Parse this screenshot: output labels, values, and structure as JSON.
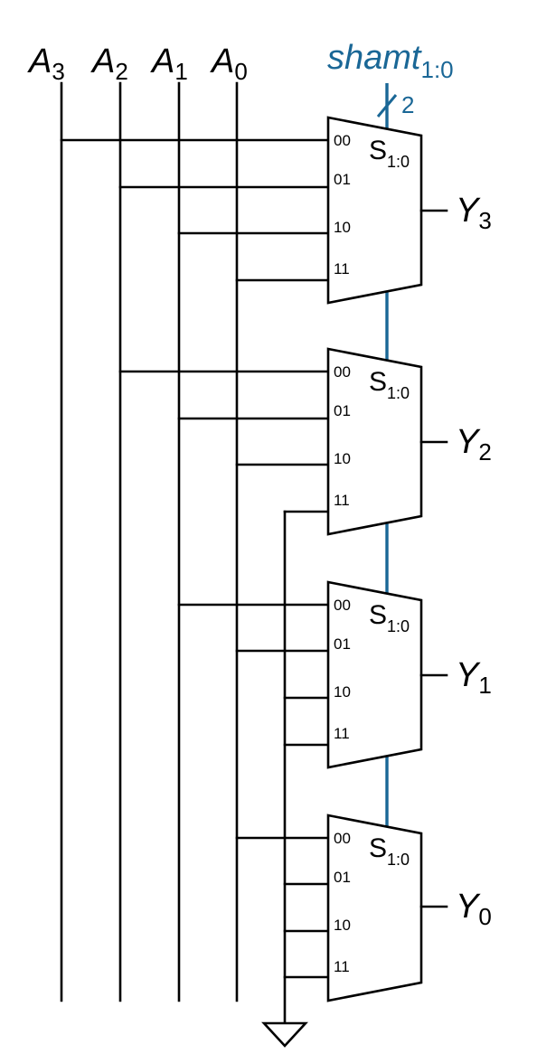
{
  "inputs": [
    {
      "letter": "A",
      "sub": "3"
    },
    {
      "letter": "A",
      "sub": "2"
    },
    {
      "letter": "A",
      "sub": "1"
    },
    {
      "letter": "A",
      "sub": "0"
    }
  ],
  "shamt": {
    "name": "shamt",
    "sub": "1:0",
    "width": "2"
  },
  "select_label": {
    "main": "S",
    "sub": "1:0"
  },
  "mux_input_labels": [
    "00",
    "01",
    "10",
    "11"
  ],
  "outputs": [
    {
      "letter": "Y",
      "sub": "3"
    },
    {
      "letter": "Y",
      "sub": "2"
    },
    {
      "letter": "Y",
      "sub": "1"
    },
    {
      "letter": "Y",
      "sub": "0"
    }
  ],
  "connections": [
    [
      "A3",
      "A2",
      "A1",
      "A0"
    ],
    [
      "A2",
      "A1",
      "A0",
      "0"
    ],
    [
      "A1",
      "A0",
      "0",
      "0"
    ],
    [
      "A0",
      "0",
      "0",
      "0"
    ]
  ],
  "colors": {
    "wire": "#000000",
    "select_bus": "#1a6796"
  },
  "icons": {
    "ground": "ground-icon"
  }
}
